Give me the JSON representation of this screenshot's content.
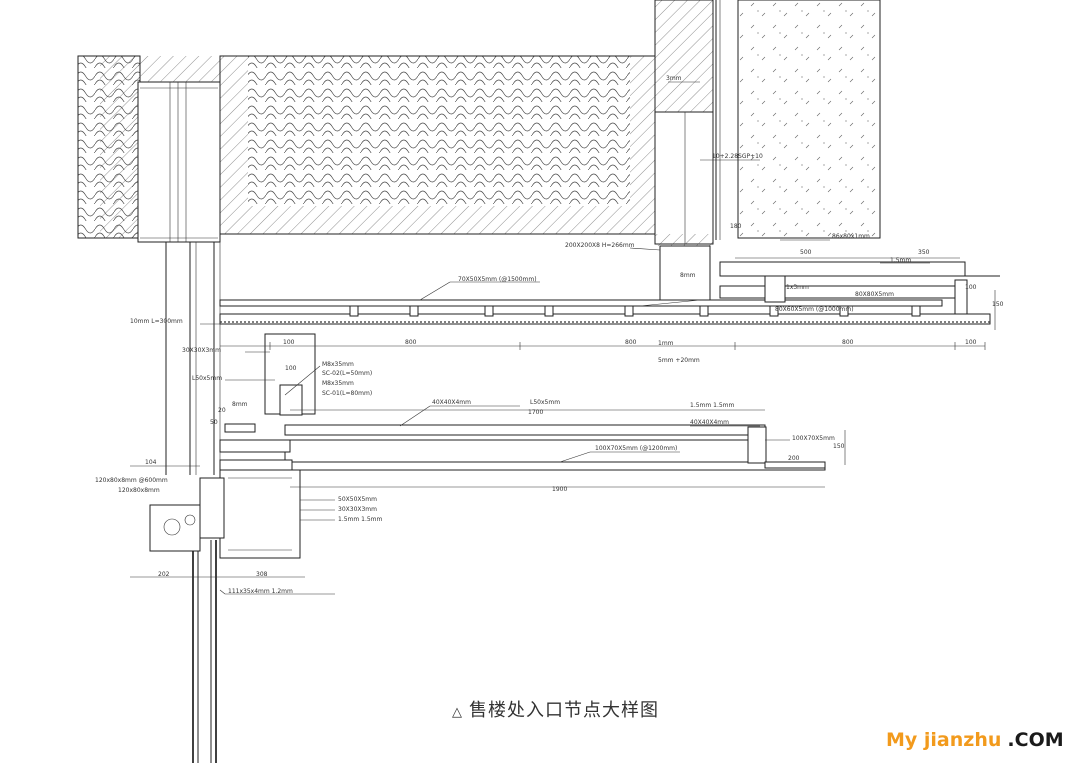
{
  "caption": {
    "triangle": "△",
    "title": "售楼处入口节点大样图"
  },
  "watermark": {
    "part1": "My jianzhu",
    "part2": ".COM",
    "color1": "#f29a1c",
    "color2": "#1a1a1a"
  },
  "labels": [
    {
      "text": "3mm"
    },
    {
      "text": "10+2.28SGP+10"
    },
    {
      "text": "200X200X8 H=266mm"
    },
    {
      "text": "86x80x1mm"
    },
    {
      "text": "1.5mm"
    },
    {
      "text": "1x3mm"
    },
    {
      "text": "80X80X5mm"
    },
    {
      "text": "80X60X5mm (@1000mm)"
    },
    {
      "text": "8mm"
    },
    {
      "text": "70X50X5mm (@1500mm)"
    },
    {
      "text": "10mm L=300mm"
    },
    {
      "text": "30X30X3mm"
    },
    {
      "text": "M8x35mm"
    },
    {
      "text": "SC-02(L=50mm)"
    },
    {
      "text": "M8x35mm"
    },
    {
      "text": "SC-01(L=80mm)"
    },
    {
      "text": "L50x5mm"
    },
    {
      "text": "8mm"
    },
    {
      "text": "40X40X4mm"
    },
    {
      "text": "L50x5mm"
    },
    {
      "text": "1.5mm 1.5mm"
    },
    {
      "text": "40X40X4mm"
    },
    {
      "text": "100X70X5mm"
    },
    {
      "text": "100X70X5mm (@1200mm)"
    },
    {
      "text": "120x80x8mm @600mm"
    },
    {
      "text": "120x80x8mm"
    },
    {
      "text": "50X50X5mm"
    },
    {
      "text": "30X30X3mm"
    },
    {
      "text": "1.5mm 1.5mm"
    },
    {
      "text": "111x35x4mm 1.2mm"
    },
    {
      "text": "1mm"
    },
    {
      "text": "5mm +20mm"
    }
  ],
  "dimensions": [
    {
      "text": "100"
    },
    {
      "text": "800"
    },
    {
      "text": "800"
    },
    {
      "text": "800"
    },
    {
      "text": "100"
    },
    {
      "text": "350"
    },
    {
      "text": "500"
    },
    {
      "text": "180"
    },
    {
      "text": "100"
    },
    {
      "text": "150"
    },
    {
      "text": "1700"
    },
    {
      "text": "1900"
    },
    {
      "text": "200"
    },
    {
      "text": "104"
    },
    {
      "text": "202"
    },
    {
      "text": "308"
    },
    {
      "text": "100"
    },
    {
      "text": "20"
    },
    {
      "text": "50"
    },
    {
      "text": "150"
    }
  ]
}
